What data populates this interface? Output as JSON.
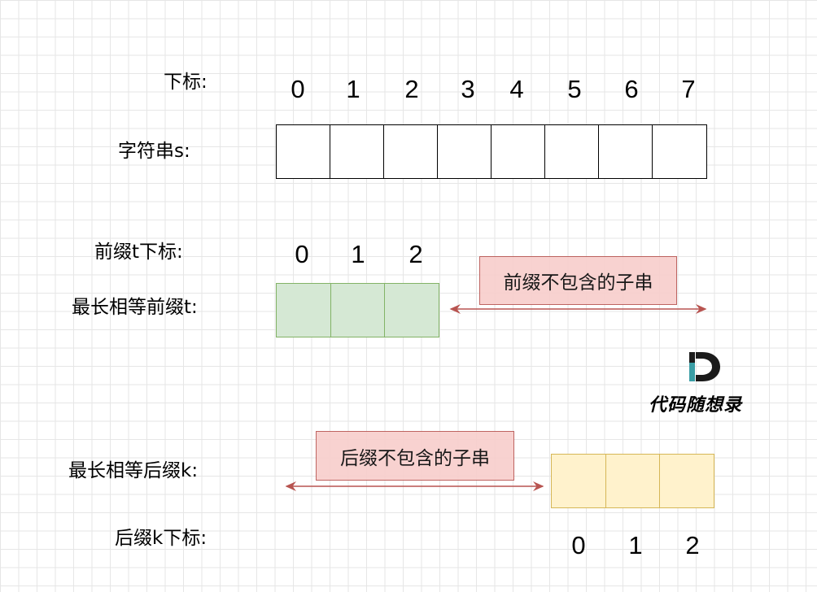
{
  "labels": {
    "index": "下标:",
    "string_s": "字符串s:",
    "prefix_index": "前缀t下标:",
    "prefix": "最长相等前缀t:",
    "suffix": "最长相等后缀k:",
    "suffix_index": "后缀k下标:"
  },
  "string_indices": [
    "0",
    "1",
    "2",
    "3",
    "4",
    "5",
    "6",
    "7"
  ],
  "prefix_indices": [
    "0",
    "1",
    "2"
  ],
  "suffix_indices": [
    "0",
    "1",
    "2"
  ],
  "notes": {
    "prefix_excluded": "前缀不包含的子串",
    "suffix_excluded": "后缀不包含的子串"
  },
  "logo": {
    "text": "代码随想录",
    "icon": "D-logo-icon"
  },
  "colors": {
    "prefix_fill": "#d5e8d4",
    "prefix_stroke": "#82b366",
    "suffix_fill": "#fff2cc",
    "suffix_stroke": "#d6b656",
    "note_fill": "#f8cecc",
    "note_stroke": "#b85450",
    "arrow": "#b85450"
  }
}
